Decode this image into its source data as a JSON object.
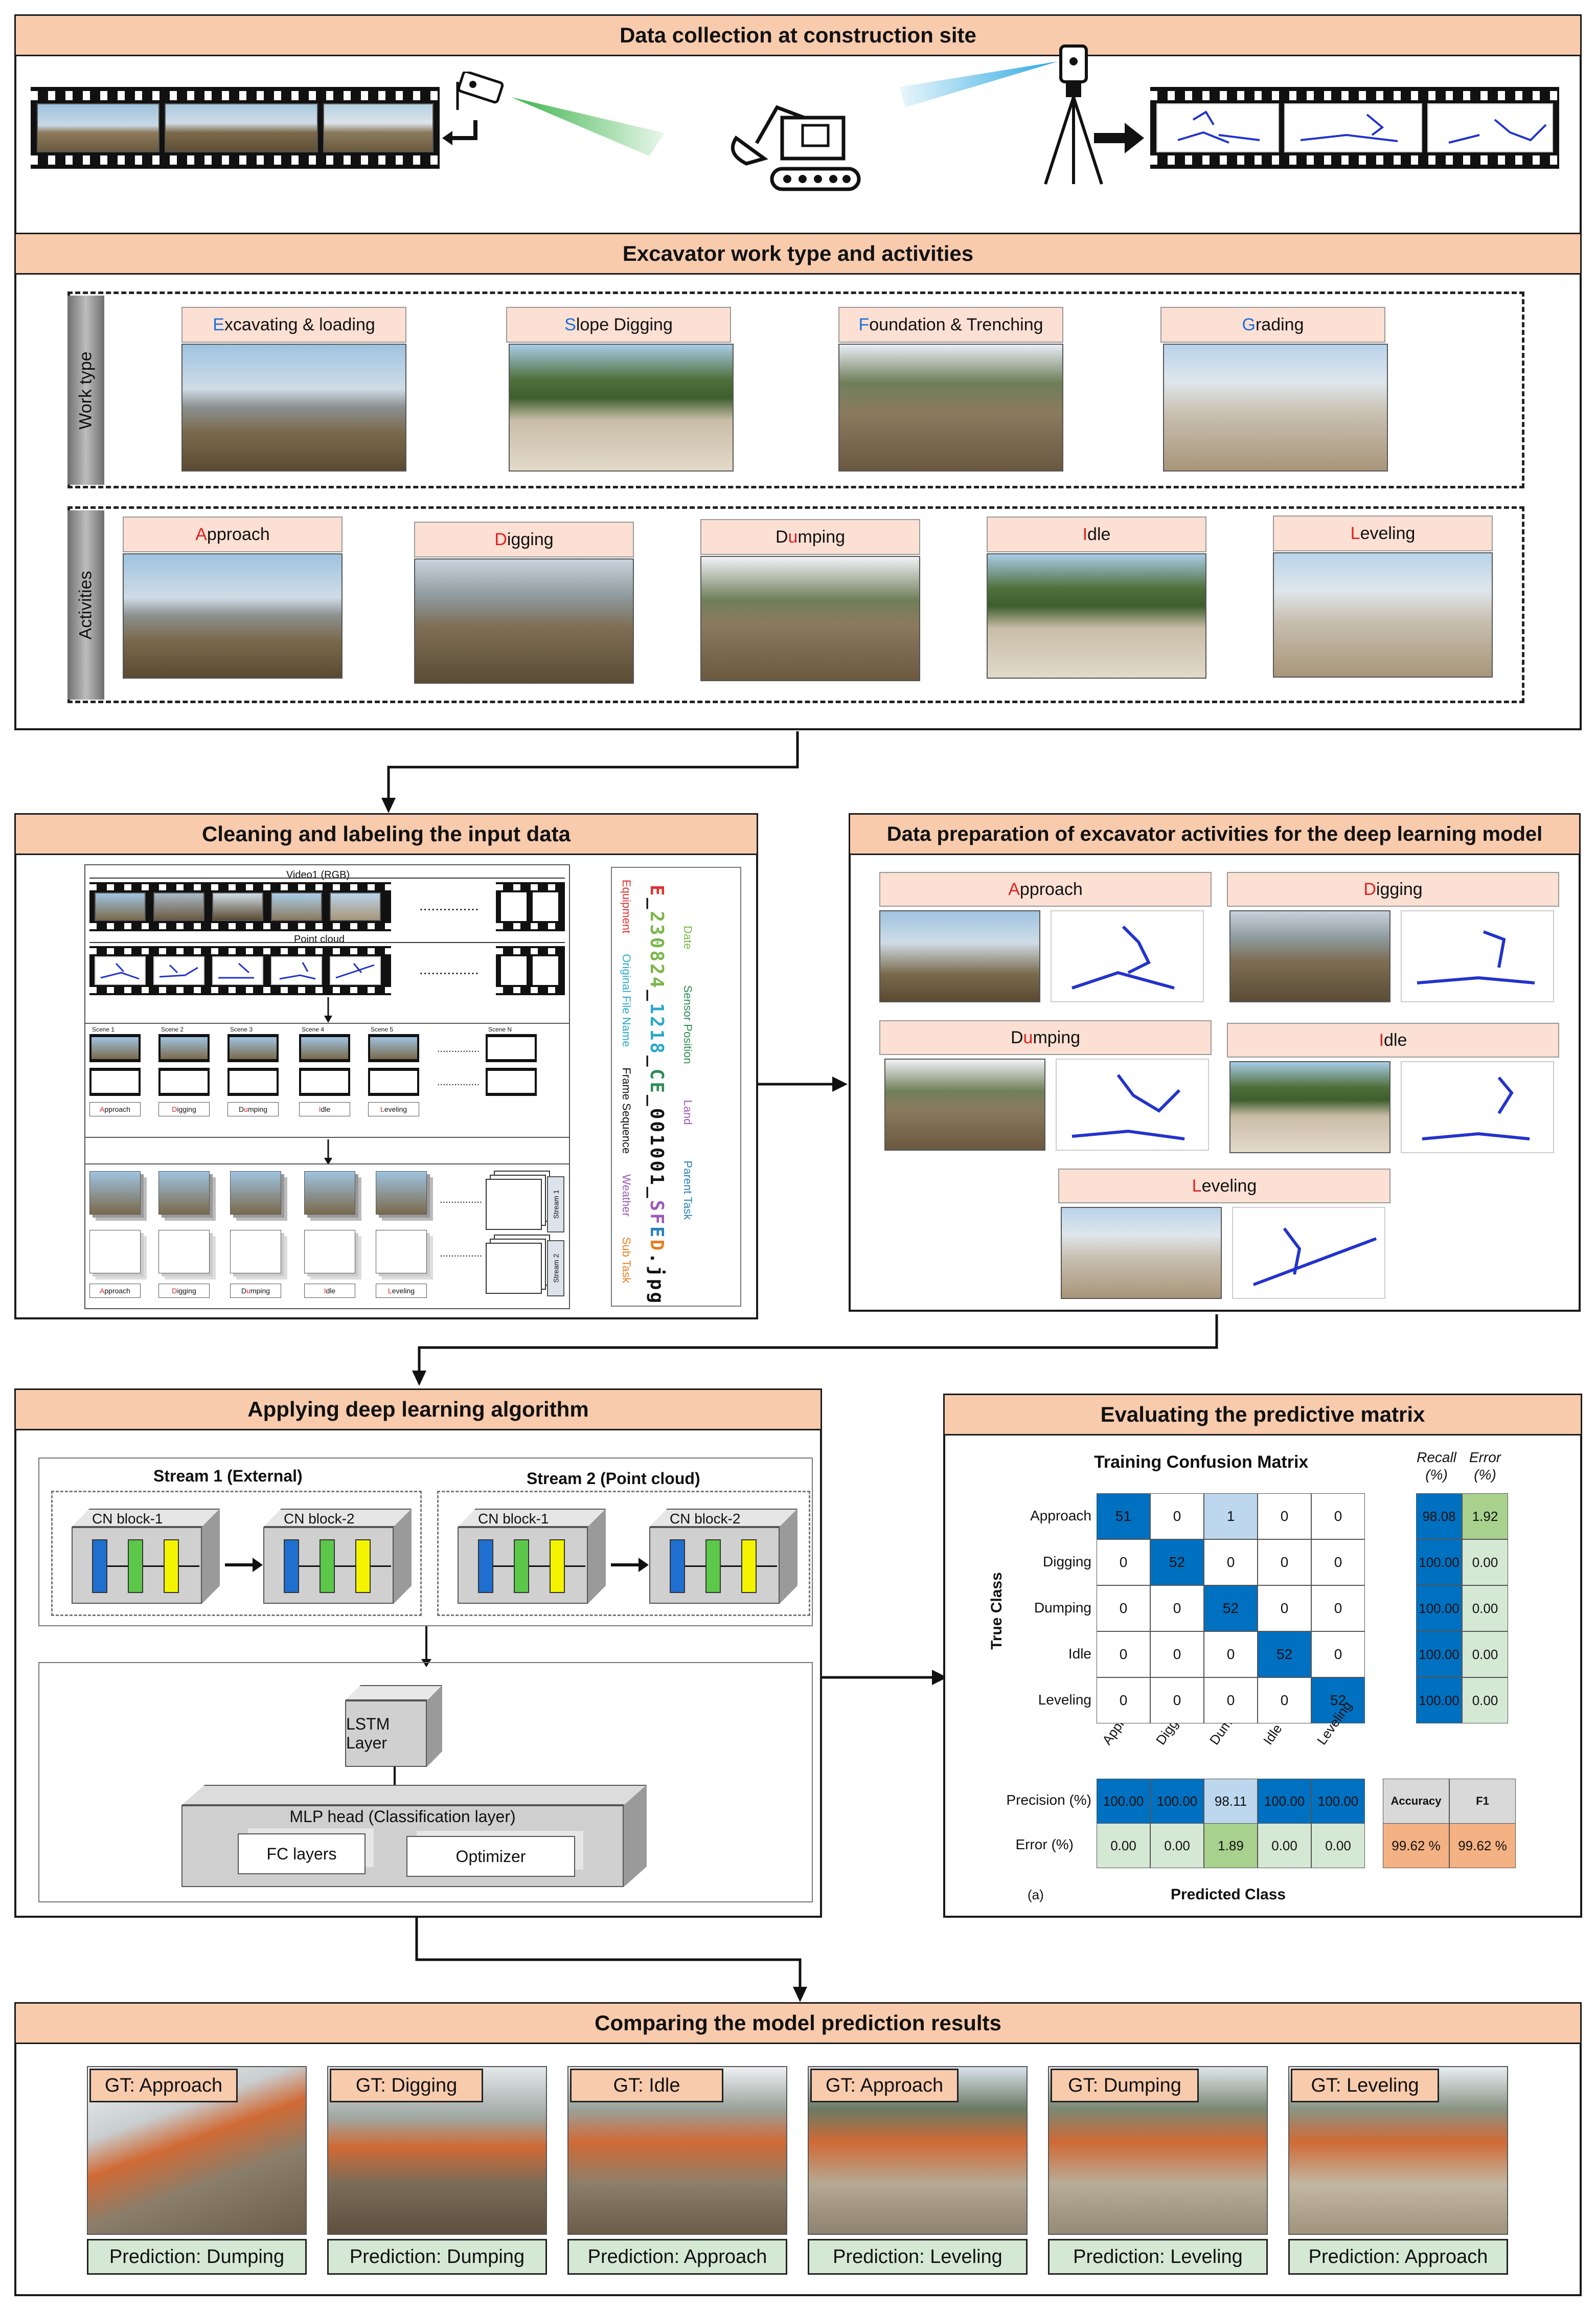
{
  "sections": {
    "collection_title": "Data collection at construction site",
    "worktype_title": "Excavator work type and activities",
    "cleaning_title": "Cleaning and labeling the input data",
    "prep_title": "Data preparation of excavator activities for the deep learning model",
    "dl_title": "Applying deep learning algorithm",
    "eval_title": "Evaluating the predictive matrix",
    "compare_title": "Comparing the model prediction results"
  },
  "side_labels": {
    "work_type": "Work type",
    "activities": "Activities"
  },
  "work_types": [
    {
      "first": "E",
      "rest": "xcavating & loading"
    },
    {
      "first": "S",
      "rest": "lope Digging"
    },
    {
      "first": "F",
      "rest": "oundation & Trenching"
    },
    {
      "first": "G",
      "rest": "rading"
    }
  ],
  "activities": [
    {
      "pre": "",
      "hl": "A",
      "rest": "pproach"
    },
    {
      "pre": "",
      "hl": "D",
      "rest": "igging"
    },
    {
      "pre": "D",
      "hl": "u",
      "rest": "mping"
    },
    {
      "pre": "",
      "hl": "I",
      "rest": "dle"
    },
    {
      "pre": "",
      "hl": "L",
      "rest": "eveling"
    }
  ],
  "cleaning": {
    "video_label": "Video1 (RGB)",
    "pc_label": "Point cloud",
    "dots": "...............",
    "scenes": [
      "Scene 1",
      "Scene 2",
      "Scene 3",
      "Scene 4",
      "Scene 5",
      "Scene N"
    ],
    "tags": [
      "Approach",
      "Digging",
      "Dumping",
      "Idle",
      "Leveling"
    ],
    "streams": [
      "Stream 1",
      "Stream 2"
    ],
    "filename": {
      "chars": [
        "E",
        "_",
        "2",
        "3",
        "0",
        "8",
        "2",
        "4",
        "_",
        "1",
        "2",
        "1",
        "8",
        "_",
        "C",
        "E",
        "_",
        "0",
        "0",
        "1",
        "0",
        "0",
        "1",
        "_",
        "S",
        "F",
        "E",
        "D",
        ".",
        "j",
        "p",
        "g"
      ],
      "colors": [
        "#e03030",
        "#111111",
        "#7ab648",
        "#7ab648",
        "#7ab648",
        "#7ab648",
        "#7ab648",
        "#7ab648",
        "#111111",
        "#29a8c9",
        "#29a8c9",
        "#29a8c9",
        "#29a8c9",
        "#111111",
        "#2e8b57",
        "#2e8b57",
        "#111111",
        "#111111",
        "#111111",
        "#111111",
        "#111111",
        "#111111",
        "#111111",
        "#111111",
        "#9b59b6",
        "#9b59b6",
        "#2980b9",
        "#e67e22",
        "#111111",
        "#111111",
        "#111111",
        "#111111"
      ],
      "legend_left": [
        {
          "text": "Equipment",
          "color": "#e03030"
        },
        {
          "text": "Original File Name",
          "color": "#29a8c9"
        },
        {
          "text": "Frame Sequence",
          "color": "#111111"
        },
        {
          "text": "Weather",
          "color": "#9b59b6"
        },
        {
          "text": "Sub Task",
          "color": "#e67e22"
        }
      ],
      "legend_right": [
        {
          "text": "Date",
          "color": "#7ab648"
        },
        {
          "text": "Sensor Position",
          "color": "#2e8b57"
        },
        {
          "text": "Land",
          "color": "#9b59b6"
        },
        {
          "text": "Parent Task",
          "color": "#2980b9"
        }
      ]
    }
  },
  "dl": {
    "stream1": "Stream 1 (External)",
    "stream2": "Stream 2 (Point cloud)",
    "block1": "CN block-1",
    "block2": "CN block-2",
    "lstm": "LSTM Layer",
    "mlp": "MLP head (Classification layer)",
    "fc": "FC layers",
    "optimizer": "Optimizer"
  },
  "eval": {
    "cm_title": "Training Confusion Matrix",
    "recall_label": "Recall (%)",
    "error_label": "Error (%)",
    "true_class": "True Class",
    "predicted_class": "Predicted Class",
    "precision_label": "Precision (%)",
    "error_row_label": "Error (%)",
    "panel_tag": "(a)",
    "accuracy_label": "Accuracy",
    "f1_label": "F1",
    "accuracy": "99.62 %",
    "f1": "99.62 %",
    "classes": [
      "Approach",
      "Digging",
      "Dumping",
      "Idle",
      "Leveling"
    ],
    "matrix": [
      [
        51,
        0,
        1,
        0,
        0
      ],
      [
        0,
        52,
        0,
        0,
        0
      ],
      [
        0,
        0,
        52,
        0,
        0
      ],
      [
        0,
        0,
        0,
        52,
        0
      ],
      [
        0,
        0,
        0,
        0,
        52
      ]
    ],
    "recall": [
      "98.08",
      "100.00",
      "100.00",
      "100.00",
      "100.00"
    ],
    "recall_error": [
      "1.92",
      "0.00",
      "0.00",
      "0.00",
      "0.00"
    ],
    "precision": [
      "100.00",
      "100.00",
      "98.11",
      "100.00",
      "100.00"
    ],
    "precision_error": [
      "0.00",
      "0.00",
      "1.89",
      "0.00",
      "0.00"
    ],
    "colors": {
      "strong": "#0070c0",
      "weak": "#bdd7ee",
      "green": "#d5e8d4",
      "green_hl": "#a9d18e",
      "orange": "#f4b183",
      "grey": "#d9d9d9"
    }
  },
  "comparisons": [
    {
      "gt": "GT: Approach",
      "pred": "Prediction: Dumping"
    },
    {
      "gt": "GT: Digging",
      "pred": "Prediction: Dumping"
    },
    {
      "gt": "GT: Idle",
      "pred": "Prediction: Approach"
    },
    {
      "gt": "GT: Approach",
      "pred": "Prediction: Leveling"
    },
    {
      "gt": "GT: Dumping",
      "pred": "Prediction: Leveling"
    },
    {
      "gt": "GT: Leveling",
      "pred": "Prediction: Approach"
    }
  ]
}
